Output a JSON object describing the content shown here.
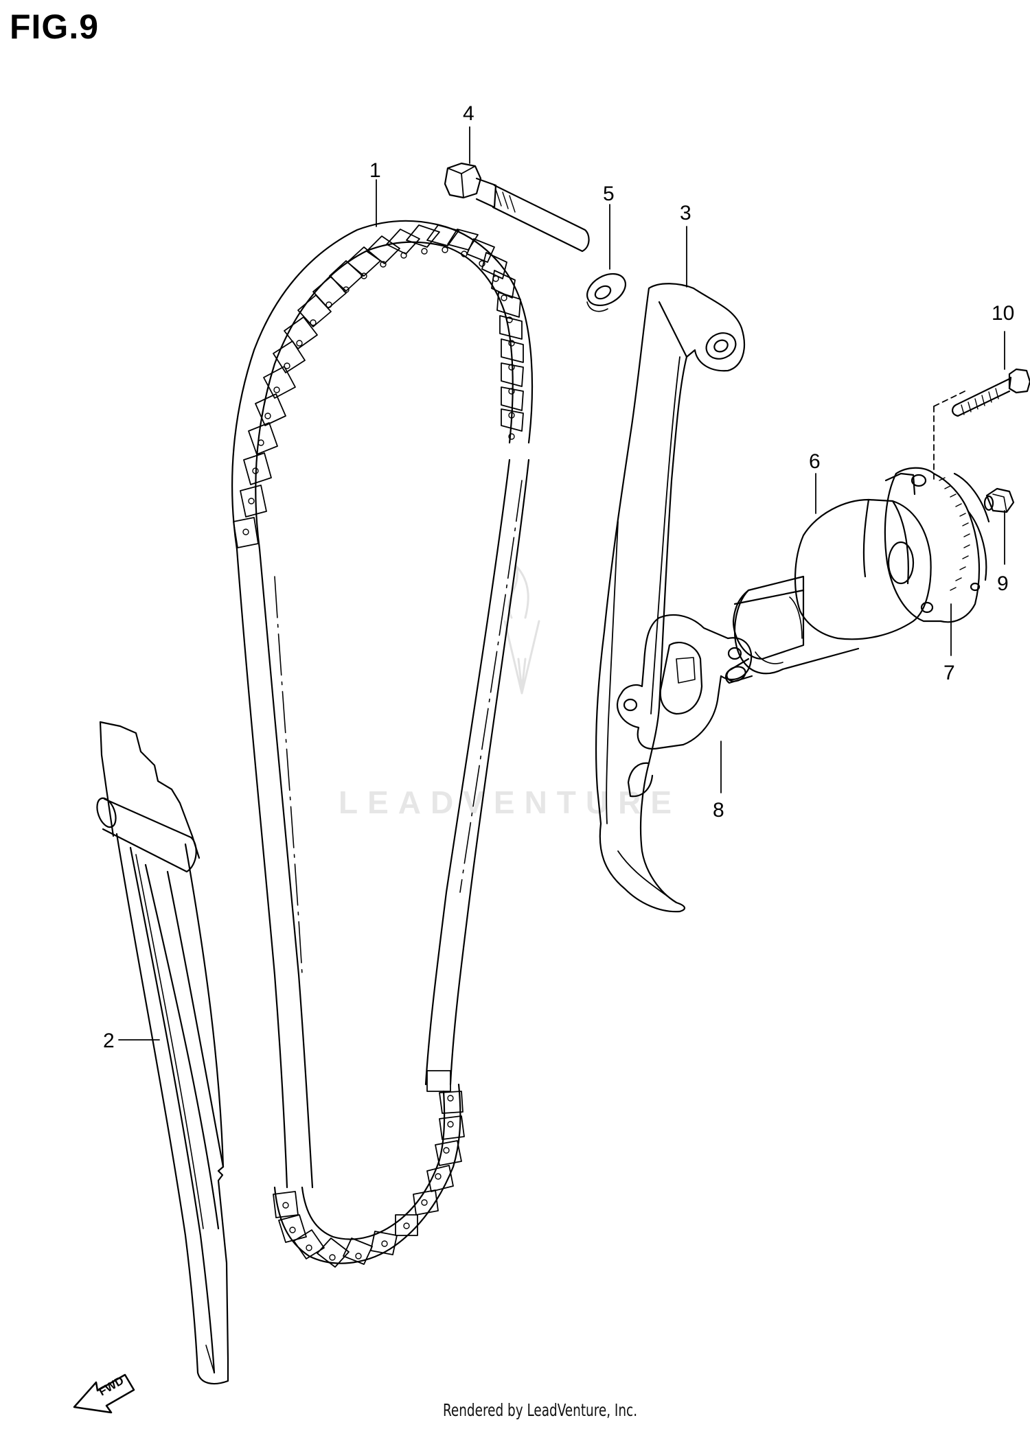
{
  "figure": {
    "title": "FIG.9",
    "footer": "Rendered by LeadVenture, Inc.",
    "watermark": "LEADVENTURE",
    "fwd_label": "FWD"
  },
  "callouts": [
    {
      "id": "1",
      "label": "1"
    },
    {
      "id": "2",
      "label": "2"
    },
    {
      "id": "3",
      "label": "3"
    },
    {
      "id": "4",
      "label": "4"
    },
    {
      "id": "5",
      "label": "5"
    },
    {
      "id": "6",
      "label": "6"
    },
    {
      "id": "7",
      "label": "7"
    },
    {
      "id": "8",
      "label": "8"
    },
    {
      "id": "9",
      "label": "9"
    },
    {
      "id": "10",
      "label": "10"
    }
  ],
  "colors": {
    "line": "#000000",
    "background": "#ffffff",
    "watermark": "#c9c9c9"
  }
}
